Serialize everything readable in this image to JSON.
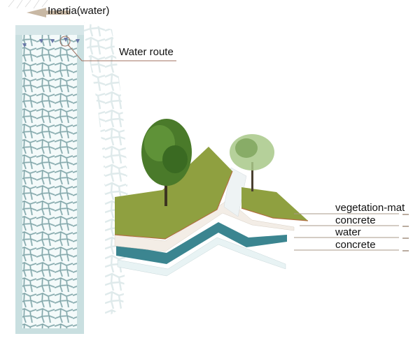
{
  "labels": {
    "inertia": "Inertia(water)",
    "water_route": "Water route"
  },
  "layers": [
    {
      "name": "vegetation-mat"
    },
    {
      "name": "concrete"
    },
    {
      "name": "water"
    },
    {
      "name": "concrete"
    }
  ],
  "colors": {
    "grass": "#8fa040",
    "concrete": "#f3ede6",
    "water": "#3b8590",
    "base": "#e8f3f4",
    "lattice": "#cfe3e4",
    "arrow": "#c8b8a4",
    "leader": "#a07060"
  }
}
